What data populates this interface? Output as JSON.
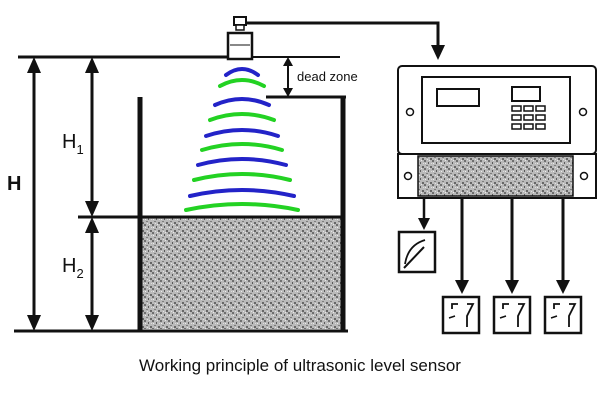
{
  "labels": {
    "H": "H",
    "H1_main": "H",
    "H1_sub": "1",
    "H2_main": "H",
    "H2_sub": "2",
    "dead_zone": "dead zone",
    "caption": "Working principle of ultrasonic level sensor"
  },
  "colors": {
    "wave_blue": "#2323c8",
    "wave_green": "#23d223",
    "line": "#111111",
    "fill_pattern": "#9a9a9a",
    "background": "#ffffff"
  }
}
